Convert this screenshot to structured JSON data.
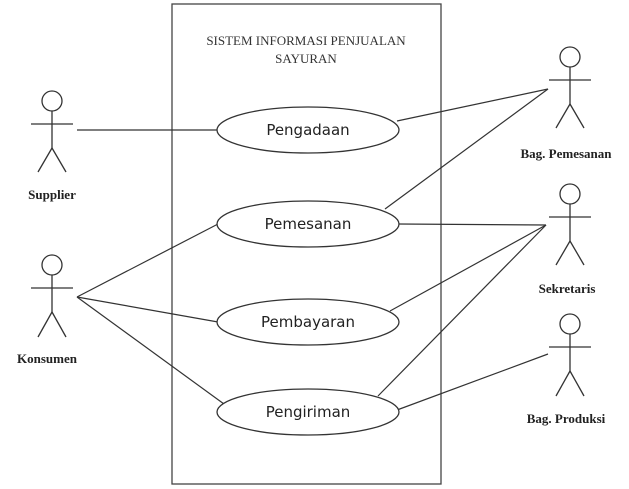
{
  "system": {
    "title_line1": "SISTEM INFORMASI PENJUALAN",
    "title_line2": "SAYURAN"
  },
  "use_cases": {
    "pengadaan": "Pengadaan",
    "pemesanan": "Pemesanan",
    "pembayaran": "Pembayaran",
    "pengiriman": "Pengiriman"
  },
  "actors": {
    "supplier": "Supplier",
    "konsumen": "Konsumen",
    "bag_pemesanan": "Bag. Pemesanan",
    "sekretaris": "Sekretaris",
    "bag_produksi": "Bag. Produksi"
  },
  "colors": {
    "line": "#333333",
    "background": "#ffffff"
  }
}
